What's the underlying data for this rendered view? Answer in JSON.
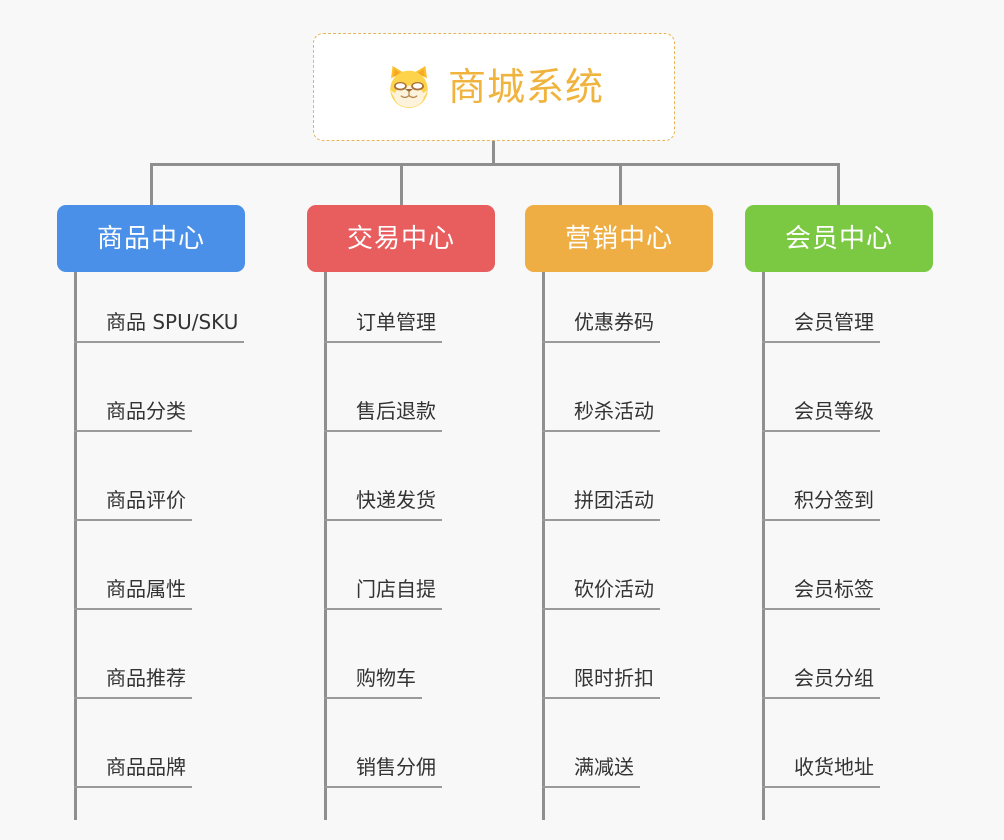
{
  "diagram": {
    "background_color": "#f8f8f8",
    "connector_color": "#8f8f8f",
    "root": {
      "title": "商城系统",
      "icon": "shiba-dog-icon",
      "title_color": "#f0b33d",
      "border_color": "#e8b45a",
      "background_color": "#ffffff"
    },
    "columns": [
      {
        "label": "商品中心",
        "color": "#4a90e8",
        "text_color": "#ffffff",
        "items": [
          "商品 SPU/SKU",
          "商品分类",
          "商品评价",
          "商品属性",
          "商品推荐",
          "商品品牌"
        ]
      },
      {
        "label": "交易中心",
        "color": "#e85d5d",
        "text_color": "#ffffff",
        "items": [
          "订单管理",
          "售后退款",
          "快递发货",
          "门店自提",
          "购物车",
          "销售分佣"
        ]
      },
      {
        "label": "营销中心",
        "color": "#eeae44",
        "text_color": "#ffffff",
        "items": [
          "优惠券码",
          "秒杀活动",
          "拼团活动",
          "砍价活动",
          "限时折扣",
          "满减送"
        ]
      },
      {
        "label": "会员中心",
        "color": "#7bc943",
        "text_color": "#ffffff",
        "items": [
          "会员管理",
          "会员等级",
          "积分签到",
          "会员标签",
          "会员分组",
          "收货地址"
        ]
      }
    ]
  }
}
